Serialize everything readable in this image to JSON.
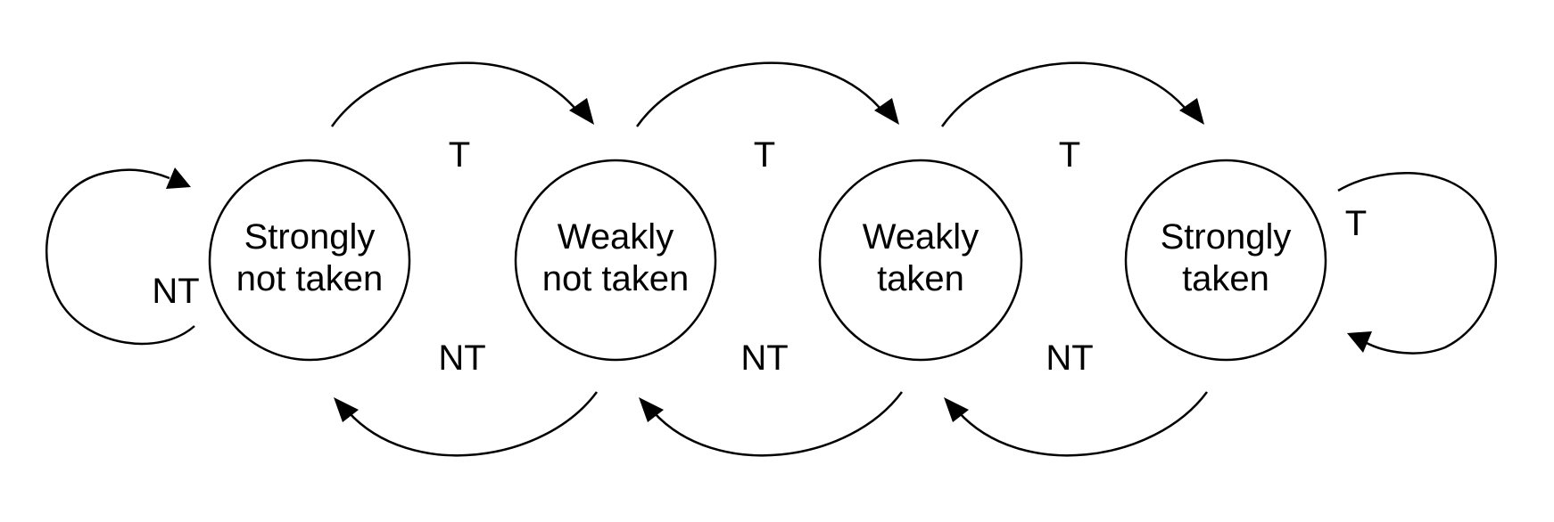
{
  "states": [
    {
      "id": "snt",
      "lines": [
        "Strongly",
        "not taken"
      ]
    },
    {
      "id": "wnt",
      "lines": [
        "Weakly",
        "not taken"
      ]
    },
    {
      "id": "wt",
      "lines": [
        "Weakly",
        "taken"
      ]
    },
    {
      "id": "st",
      "lines": [
        "Strongly",
        "taken"
      ]
    }
  ],
  "transitions": {
    "forward": [
      {
        "from": "snt",
        "to": "wnt",
        "label": "T"
      },
      {
        "from": "wnt",
        "to": "wt",
        "label": "T"
      },
      {
        "from": "wt",
        "to": "st",
        "label": "T"
      }
    ],
    "backward": [
      {
        "from": "wnt",
        "to": "snt",
        "label": "NT"
      },
      {
        "from": "wt",
        "to": "wnt",
        "label": "NT"
      },
      {
        "from": "st",
        "to": "wt",
        "label": "NT"
      }
    ],
    "self_loops": [
      {
        "state": "snt",
        "label": "NT"
      },
      {
        "state": "st",
        "label": "T"
      }
    ]
  }
}
